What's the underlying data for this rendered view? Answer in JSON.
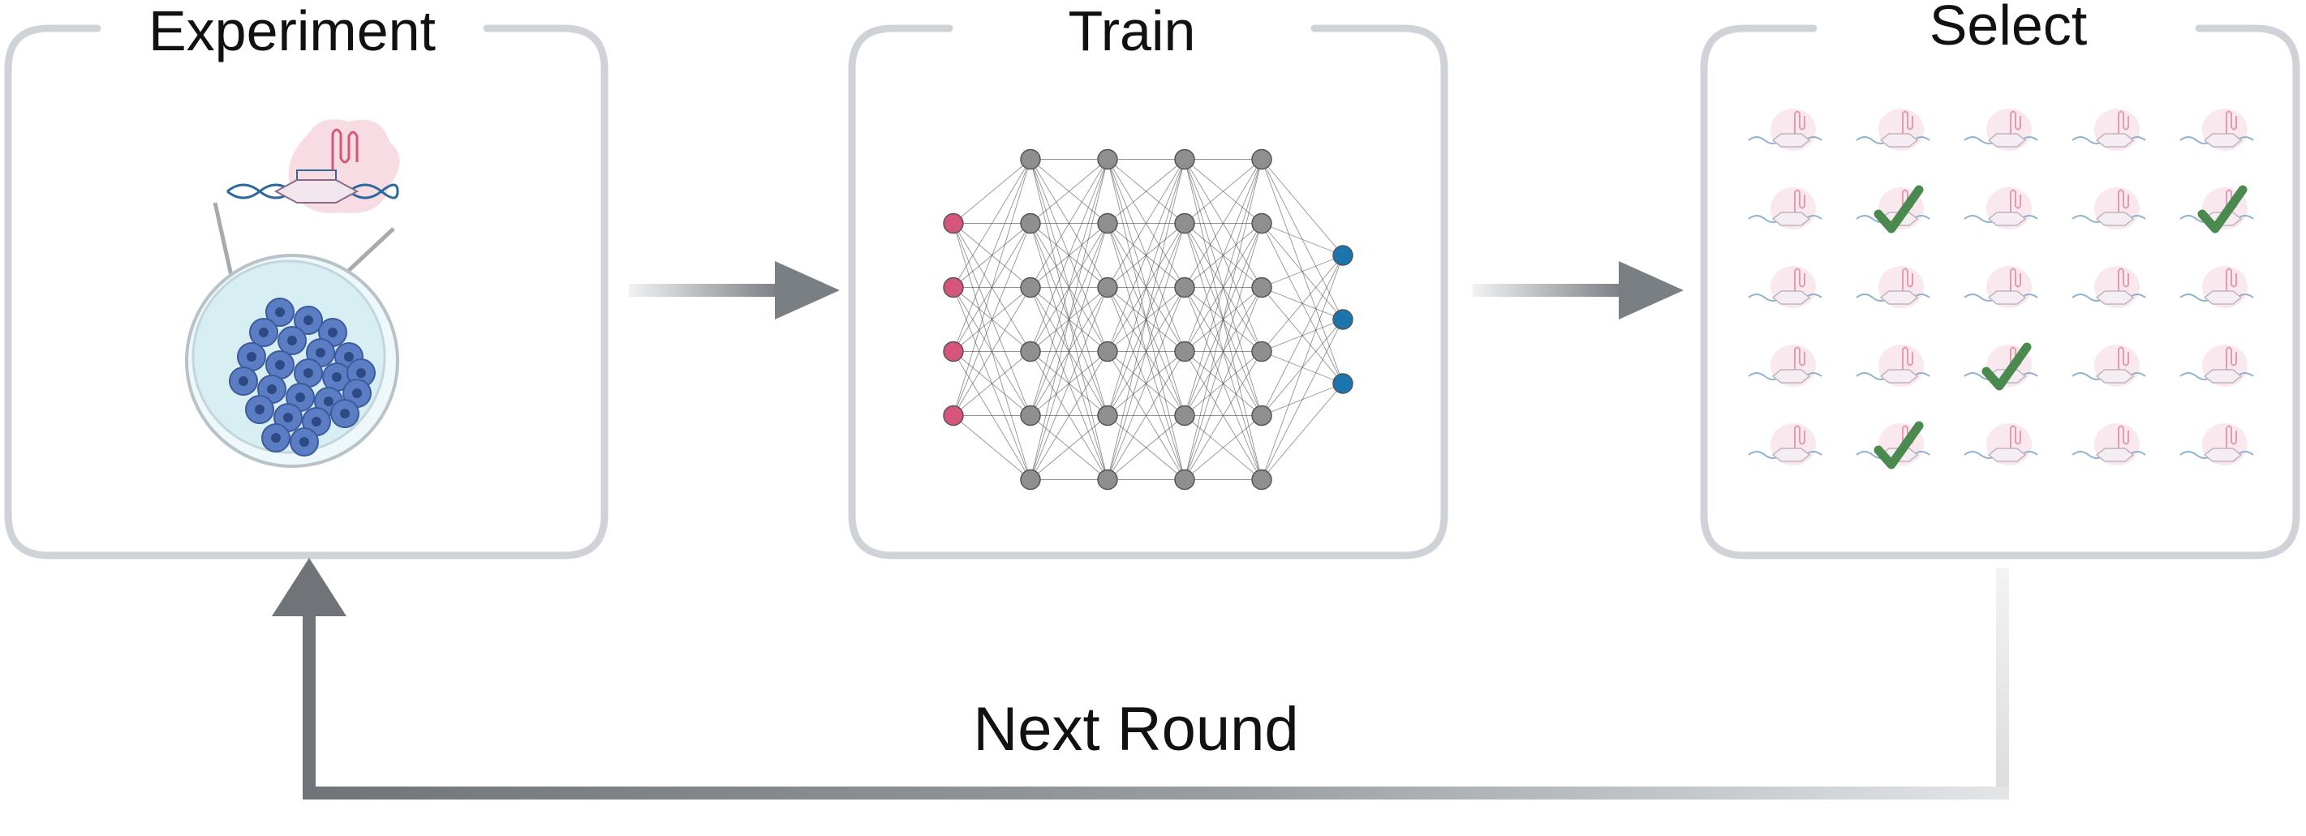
{
  "panels": [
    {
      "title": "Experiment"
    },
    {
      "title": "Train"
    },
    {
      "title": "Select"
    }
  ],
  "loop": {
    "label": "Next Round"
  },
  "network": {
    "layers": [
      4,
      6,
      6,
      6,
      6,
      3
    ],
    "input_color": "#d6557a",
    "hidden_color": "#8f8f8f",
    "output_color": "#1b74ad"
  },
  "select_grid": {
    "rows": 5,
    "cols": 5,
    "checked": [
      [
        1,
        1
      ],
      [
        1,
        4
      ],
      [
        3,
        2
      ],
      [
        4,
        1
      ]
    ],
    "check_color": "#4a8a4e"
  },
  "colors": {
    "panel_border": "#cfd2d6",
    "arrow": "#7a7f84",
    "petri_fill": "#d7eef3",
    "cell_fill": "#4f6fb8",
    "protein_fill": "#f7dde3",
    "dna_color": "#2c6a9e"
  },
  "icons": [
    "petri-dish-icon",
    "protein-dna-icon",
    "neural-network-icon",
    "checkmark-icon"
  ]
}
